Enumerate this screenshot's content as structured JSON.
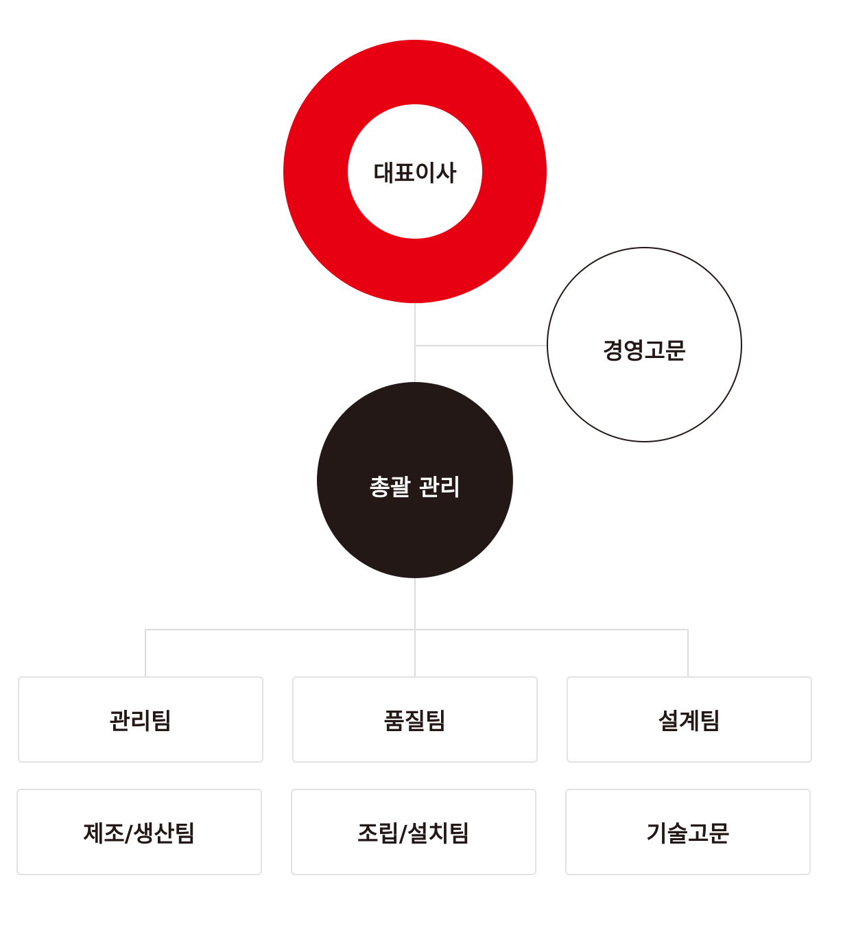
{
  "org_chart": {
    "ceo": "대표이사",
    "advisor": "경영고문",
    "general_management": "총괄 관리",
    "teams": [
      "관리팀",
      "품질팀",
      "설계팀",
      "제조/생산팀",
      "조립/설치팀",
      "기술고문"
    ]
  },
  "colors": {
    "accent_red": "#e60012",
    "dark": "#231815",
    "connector": "#dcdcdc",
    "box_border": "#e2e2e2"
  }
}
